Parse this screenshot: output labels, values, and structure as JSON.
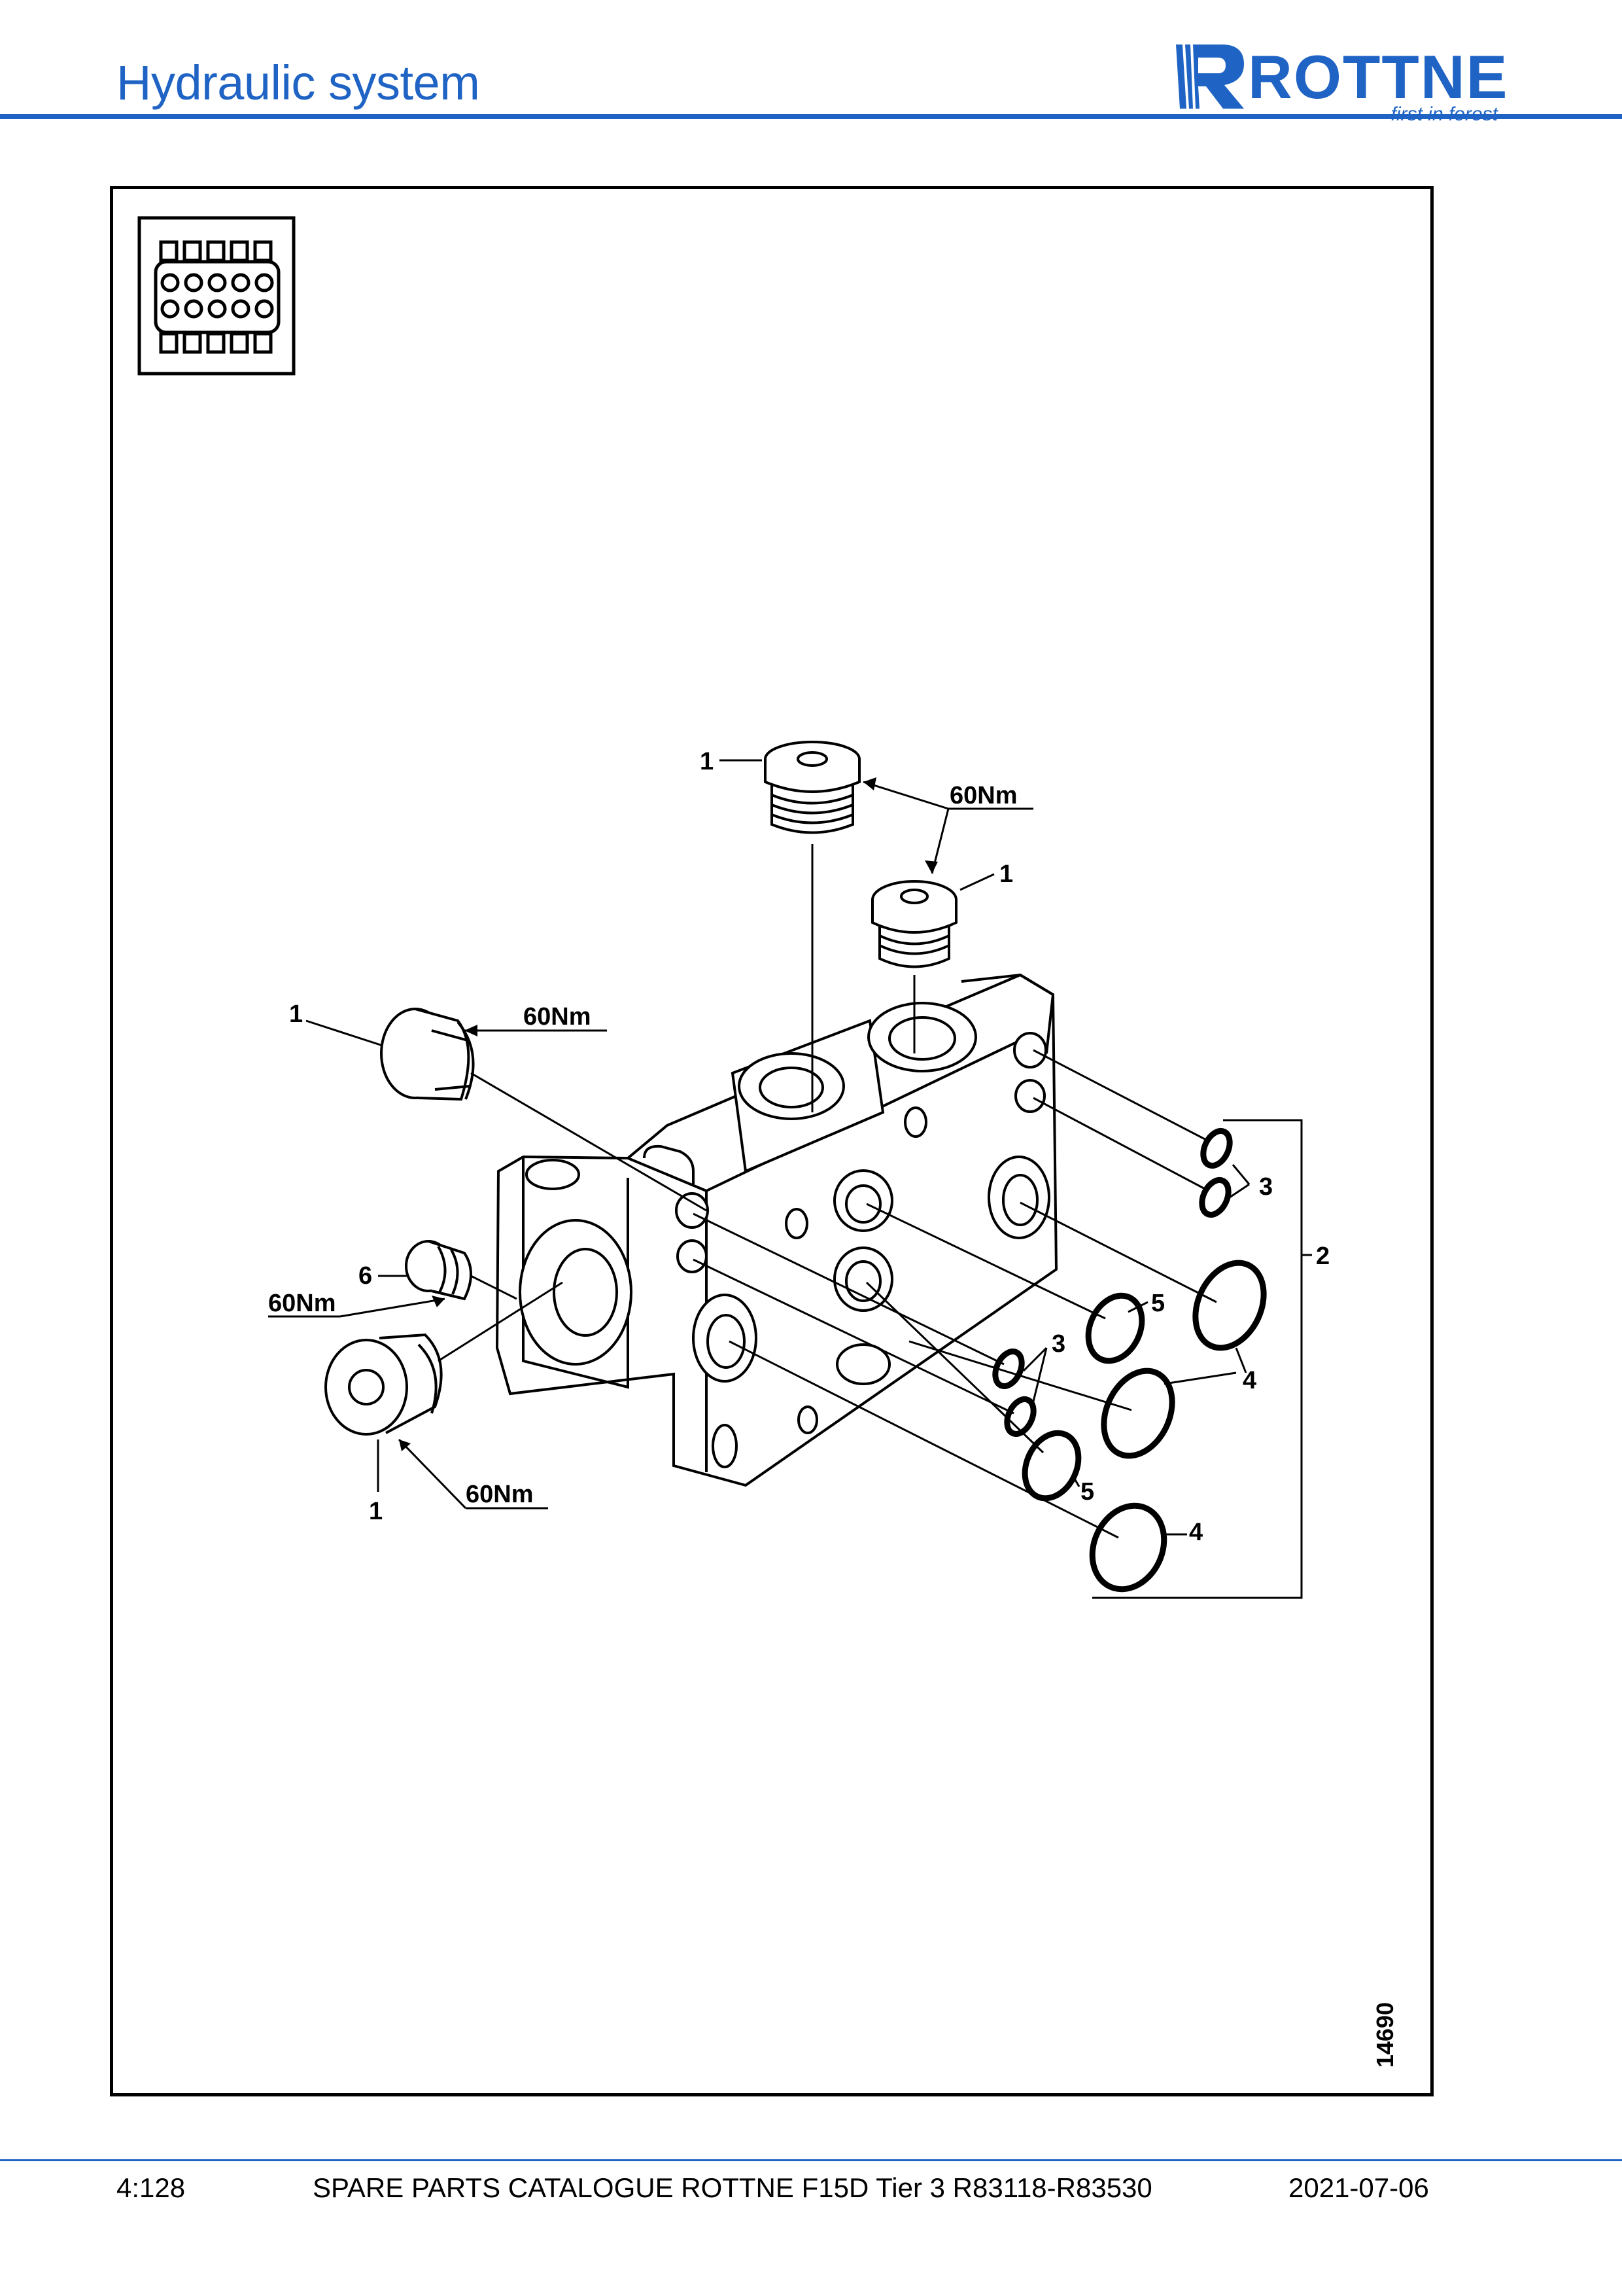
{
  "header": {
    "section_title": "Hydraulic system",
    "brand_name": "ROTTNE",
    "brand_tagline": "first in forest",
    "brand_color": "#1f63c4"
  },
  "diagram": {
    "drawing_number": "14690",
    "callouts": {
      "plug_top": "1",
      "plug_top_right": "1",
      "plug_left_upper": "1",
      "plug_bottom_left": "1",
      "plug_small": "6",
      "seal_kit": "2",
      "oring_small_right": "3",
      "oring_small_center": "3",
      "oring_large_upper": "4",
      "oring_large_lower": "4",
      "oring_mid_upper": "5",
      "oring_mid_lower": "5"
    },
    "torque": {
      "top": "60Nm",
      "left_upper": "60Nm",
      "left_small": "60Nm",
      "bottom": "60Nm"
    }
  },
  "footer": {
    "page_number": "4:128",
    "catalogue_title": "SPARE PARTS CATALOGUE ROTTNE F15D Tier 3 R83118-R83530",
    "date": "2021-07-06"
  }
}
